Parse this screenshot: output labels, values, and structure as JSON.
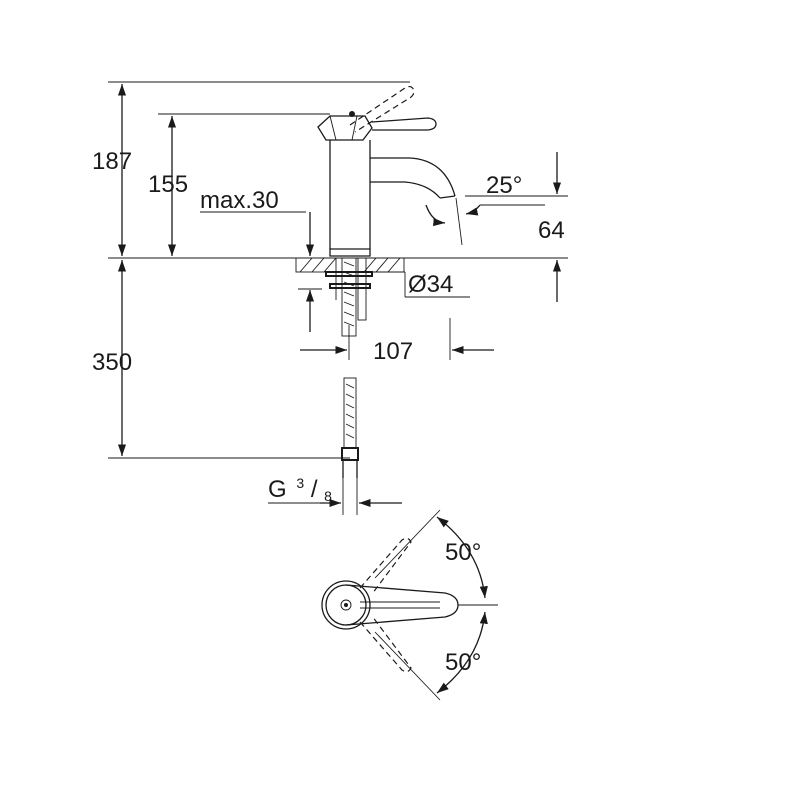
{
  "dimensions": {
    "overall_height": "187",
    "body_height": "155",
    "deck_max": "max.30",
    "spout_angle": "25°",
    "spout_height": "64",
    "hole_diameter": "Ø34",
    "spout_reach": "107",
    "hose_length": "350",
    "connection": {
      "prefix": "G",
      "num": "3",
      "sep": "/",
      "den": "8"
    },
    "lever_angle_up": "50°",
    "lever_angle_down": "50°"
  }
}
